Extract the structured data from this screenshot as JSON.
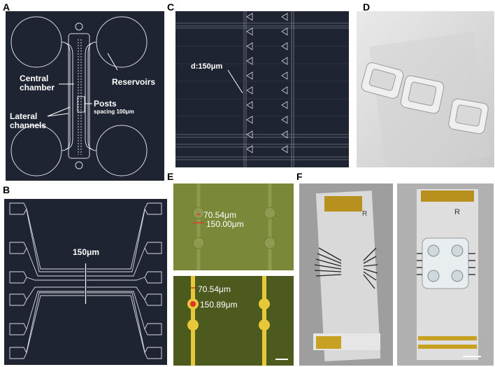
{
  "panel_letters": {
    "a": "A",
    "b": "B",
    "c": "C",
    "d": "D",
    "e": "E",
    "f": "F"
  },
  "panel_a": {
    "central_chamber": "Central\nchamber",
    "reservoirs": "Reservoirs",
    "posts": "Posts",
    "posts_spacing": "spacing 100μm",
    "lateral_channels": "Lateral\nchannels"
  },
  "panel_b": {
    "width_label": "150μm"
  },
  "panel_c": {
    "diameter_label": "d:150μm"
  },
  "panel_e": {
    "top_measure_1": "70.54μm",
    "top_measure_2": "150.00μm",
    "bottom_measure_1": "70.54μm",
    "bottom_measure_2": "150.89μm"
  },
  "panel_f": {
    "chip_mark_1": "R",
    "chip_mark_2": "R"
  },
  "colors": {
    "cad_background": "#1f2433",
    "microscope_green": "#7d8a3c",
    "gold_electrode": "#e7c83a",
    "measure_red": "#e0302a"
  }
}
